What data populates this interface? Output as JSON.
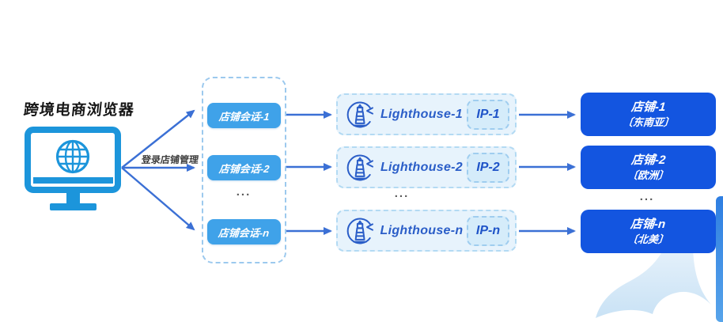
{
  "diagram": {
    "title": "跨境电商浏览器",
    "fan_label": "登录店铺管理",
    "ellipsis": "...",
    "sessions": [
      {
        "label": "店铺会话-1"
      },
      {
        "label": "店铺会话-2"
      },
      {
        "label": "店铺会话-n"
      }
    ],
    "lighthouses": [
      {
        "label": "Lighthouse-1",
        "ip": "IP-1"
      },
      {
        "label": "Lighthouse-2",
        "ip": "IP-2"
      },
      {
        "label": "Lighthouse-n",
        "ip": "IP-n"
      }
    ],
    "stores": [
      {
        "name": "店铺-1",
        "region": "〔东南亚〕"
      },
      {
        "name": "店铺-2",
        "region": "〔欧洲〕"
      },
      {
        "name": "店铺-n",
        "region": "〔北美〕"
      }
    ],
    "icons": {
      "browser": "monitor-globe-icon",
      "lighthouse": "lighthouse-icon"
    },
    "colors": {
      "session_button": "#3FA2E9",
      "store_box": "#1355E0",
      "lighthouse_box_bg": "#E7F3FC",
      "lighthouse_accent": "#2B5EC8",
      "arrow": "#3B70D5",
      "monitor": "#1C95DB"
    }
  }
}
